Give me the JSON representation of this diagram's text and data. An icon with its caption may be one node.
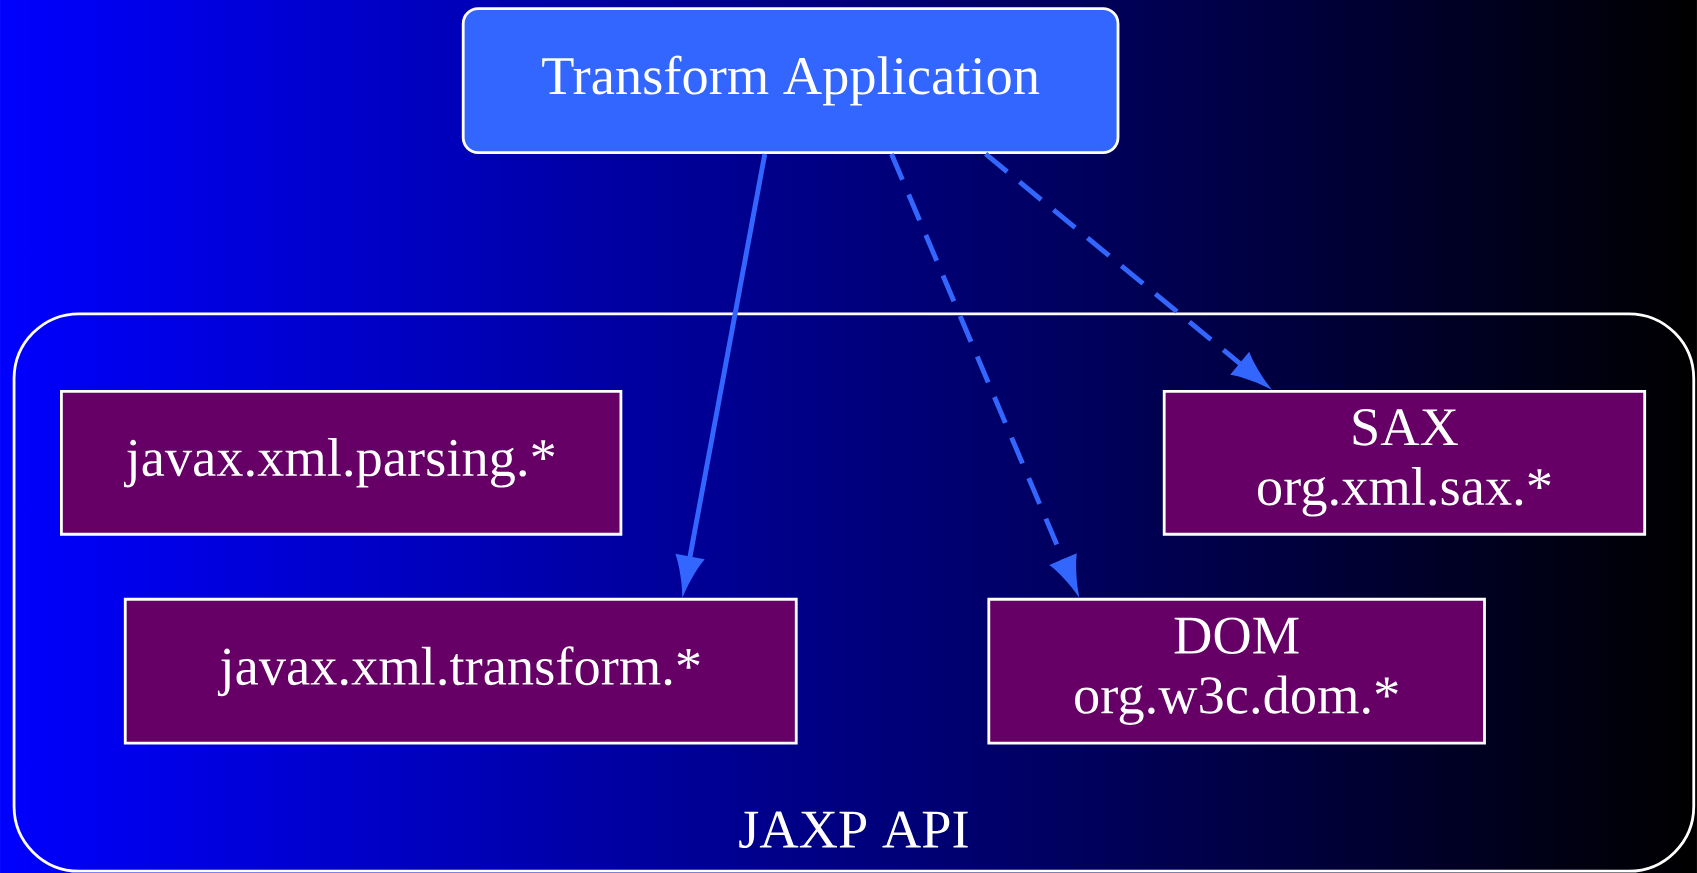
{
  "diagram": {
    "nodes": [
      {
        "text": [
          "Transform Application"
        ]
      },
      {
        "text": [
          "JAXP API"
        ]
      },
      {
        "text": [
          "javax.xml.parsing.*"
        ],
        "in": 1
      },
      {
        "text": [
          "SAX",
          "org.xml.sax.*"
        ],
        "in": 1
      },
      {
        "text": [
          "javax.xml.transform.*"
        ],
        "in": 1
      },
      {
        "text": [
          "DOM",
          "org.w3c.dom.*"
        ],
        "in": 1
      }
    ],
    "edges": [
      {
        "from": 0,
        "to": 4,
        "arrow": "to"
      },
      {
        "from": 0,
        "to": 5,
        "arrow": "to",
        "style": "dashed"
      },
      {
        "from": 0,
        "to": 3,
        "arrow": "to",
        "style": "dashed"
      }
    ]
  }
}
